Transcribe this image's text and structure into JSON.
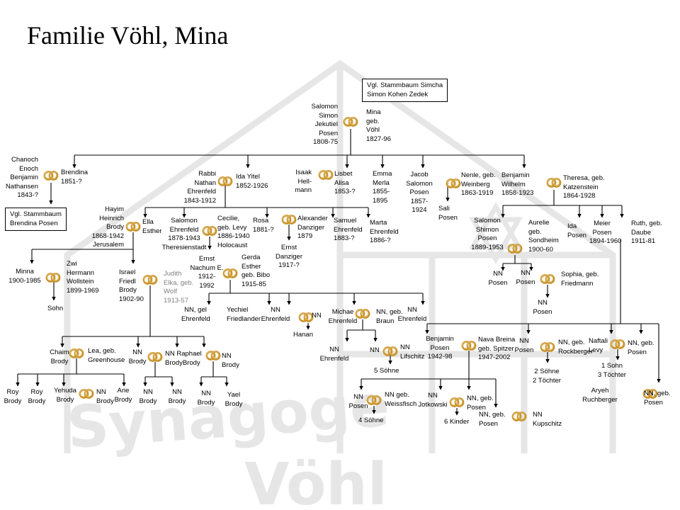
{
  "title": "Familie Vöhl, Mina",
  "watermark": [
    "Synagoge",
    "Vöhl"
  ],
  "colors": {
    "line": "#000000",
    "ring_gold": "#c8942e",
    "ring_light": "#e8c170",
    "watermark": "#e6e6e6"
  },
  "icons": {
    "marriage": "wedding-rings-icon"
  },
  "boxes": {
    "simcha": "Vgl. Stammbaum Simcha\nSimon Kohen Zedek",
    "brendina": "Vgl. Stammbaum\nBrendina Posen"
  },
  "people": {
    "salomon_simon": "Salomon\nSimon\nJekutiel\nPosen\n1808-75",
    "mina": "Mina\ngeb.\nVöhl\n1827-96",
    "chanoch": "Chanoch\nEnoch\nBenjamin\nNathansen\n1843-?",
    "brendina": "Brendina\n1851-?",
    "rabbi_nathan": "Rabbi\nNathan\nEhrenfeld\n1843-1912",
    "ida_yitel": "Ida Yitel\n1852-1926",
    "isaak": "Isaak\nHell-\nmann",
    "lisbet": "Lisbet\nAlisa\n1853-?",
    "emma": "Emma\nMerla\n1855-\n1895",
    "jacob": "Jacob\nSalomon\nPosen\n1857-\n1924",
    "sali": "Sali\nPosen",
    "nenle": "Nenle, geb.\nWeinberg\n1863-1919",
    "benjamin_wilhelm": "Benjamin\nWilhelm\n1858-1923",
    "theresa": "Theresa, geb.\nKatzenstein\n1864-1928",
    "hayim": "Hayim\nHeinrich\nBrody\n1868-1942\nJerusalem",
    "ella": "Ella\nEsther",
    "salomon_ehrenfeld": "Salomon\nEhrenfeld\n1878-1943\nTheresienstadt",
    "cecilie": "Cecilie,\ngeb. Levy\n1886-1940\nHolocaust",
    "rosa": "Rosa\n1881-?",
    "alexander": "Alexander\nDanziger\n1879",
    "samuel": "Samuel\nEhrenfeld\n1883-?",
    "marta": "Marta\nEhrenfeld\n1886-?",
    "salomon_shimon": "Salomon\nShimon\nPosen\n1889-1953",
    "aurelie": "Aurelie\ngeb.\nSondheim\n1900-60",
    "ida_posen": "Ida\nPosen",
    "meier": "Meier\nPosen\n1894-1960",
    "ruth": "Ruth, geb.\nDaube\n1911-81",
    "ernst_nachum": "Ernst\nNachum E.\n1912-\n1992",
    "gerda": "Gerda\nEsther\ngeb. Bibo\n1915-85",
    "ernst_danziger": "Ernst\nDanziger\n1917-?",
    "minna": "Minna\n1900-1985",
    "zwi": "Zwi\nHermann\nWollstein\n1899-1969",
    "israel": "Israel\nFriedl\nBrody\n1902-90",
    "judith": "Judith\nElka, geb.\nWolf\n1913-57",
    "sohn": "Sohn",
    "nn_posen_a": "NN\nPosen",
    "nn_posen_b": "NN\nPosen",
    "sophia": "Sophia, geb.\nFriedmann",
    "nn_posen_c": "NN\nPosen",
    "nn_gel_ehrenfeld": "NN, gel\nEhrenfeld",
    "yechiel": "Yechiel\nFriedlander",
    "nn_ehrenfeld_1": "NN\nEhrenfeld",
    "nn_hanan_w": "NN",
    "hanan": "Hanan",
    "michae": "Michae\nEhrenfeld",
    "nn_braun": "NN, geb.\nBraun",
    "nn_ehrenfeld_2": "NN\nEhrenfeld",
    "chaim": "Chaim\nBrody",
    "lea": "Lea, geb.\nGreenhouse",
    "nn_brody_1": "NN\nBrody",
    "nn_raphael": "NN Raphael\nBrodyBrody",
    "nn_brody_2": "NN\nBrody",
    "nn_ehrenfeld_3": "NN\nEhrenfeld",
    "nn_m": "NN",
    "nn_lifschitz": "NN\nLifschitz",
    "fuenf_soehne": "5 Söhne",
    "benjamin_posen": "Benjamin\nPosen\n1942-98",
    "nava": "Nava Breina\ngeb. Spitzer\n1947-2002",
    "nn_posen_d": "NN\nPosen",
    "nn_rockberger": "NN, geb.\nRockberger",
    "naftali": "Naftali\nLevy",
    "nn_posen_e": "NN, geb.\nPosen",
    "zwei_soehne": "2 Söhne\n2 Töchter",
    "ein_sohn": "1 Sohn\n3 Töchter",
    "aryeh": "Aryeh\nRuchberger",
    "nn_posen_f": "NN, geb.\nPosen",
    "roy_1": "Roy\nBrody",
    "roy_2": "Roy\nBrody",
    "yehuda": "Yehuda\nBrody",
    "nn_brody_3": "NN\nBrody",
    "arie": "Arie\nBrody",
    "nn_brody_4": "NN\nBrody",
    "nn_brody_5": "NN\nBrody",
    "nn_brody_6": "NN\nBrody",
    "yael": "Yael\nBrody",
    "nn_posen_g": "NN\nPosen",
    "nn_weissfisch": "NN geb.\nWeissfisch",
    "vier_soehne": "4 Söhne",
    "nn_jotkowski": "NN\nJotkowski",
    "nn_posen_h": "NN, geb.\nPosen",
    "sechs_kinder": "6 Kinder",
    "nn_posen_i": "NN, geb.\nPosen",
    "nn_kupschitz": "NN\nKupschitz"
  }
}
